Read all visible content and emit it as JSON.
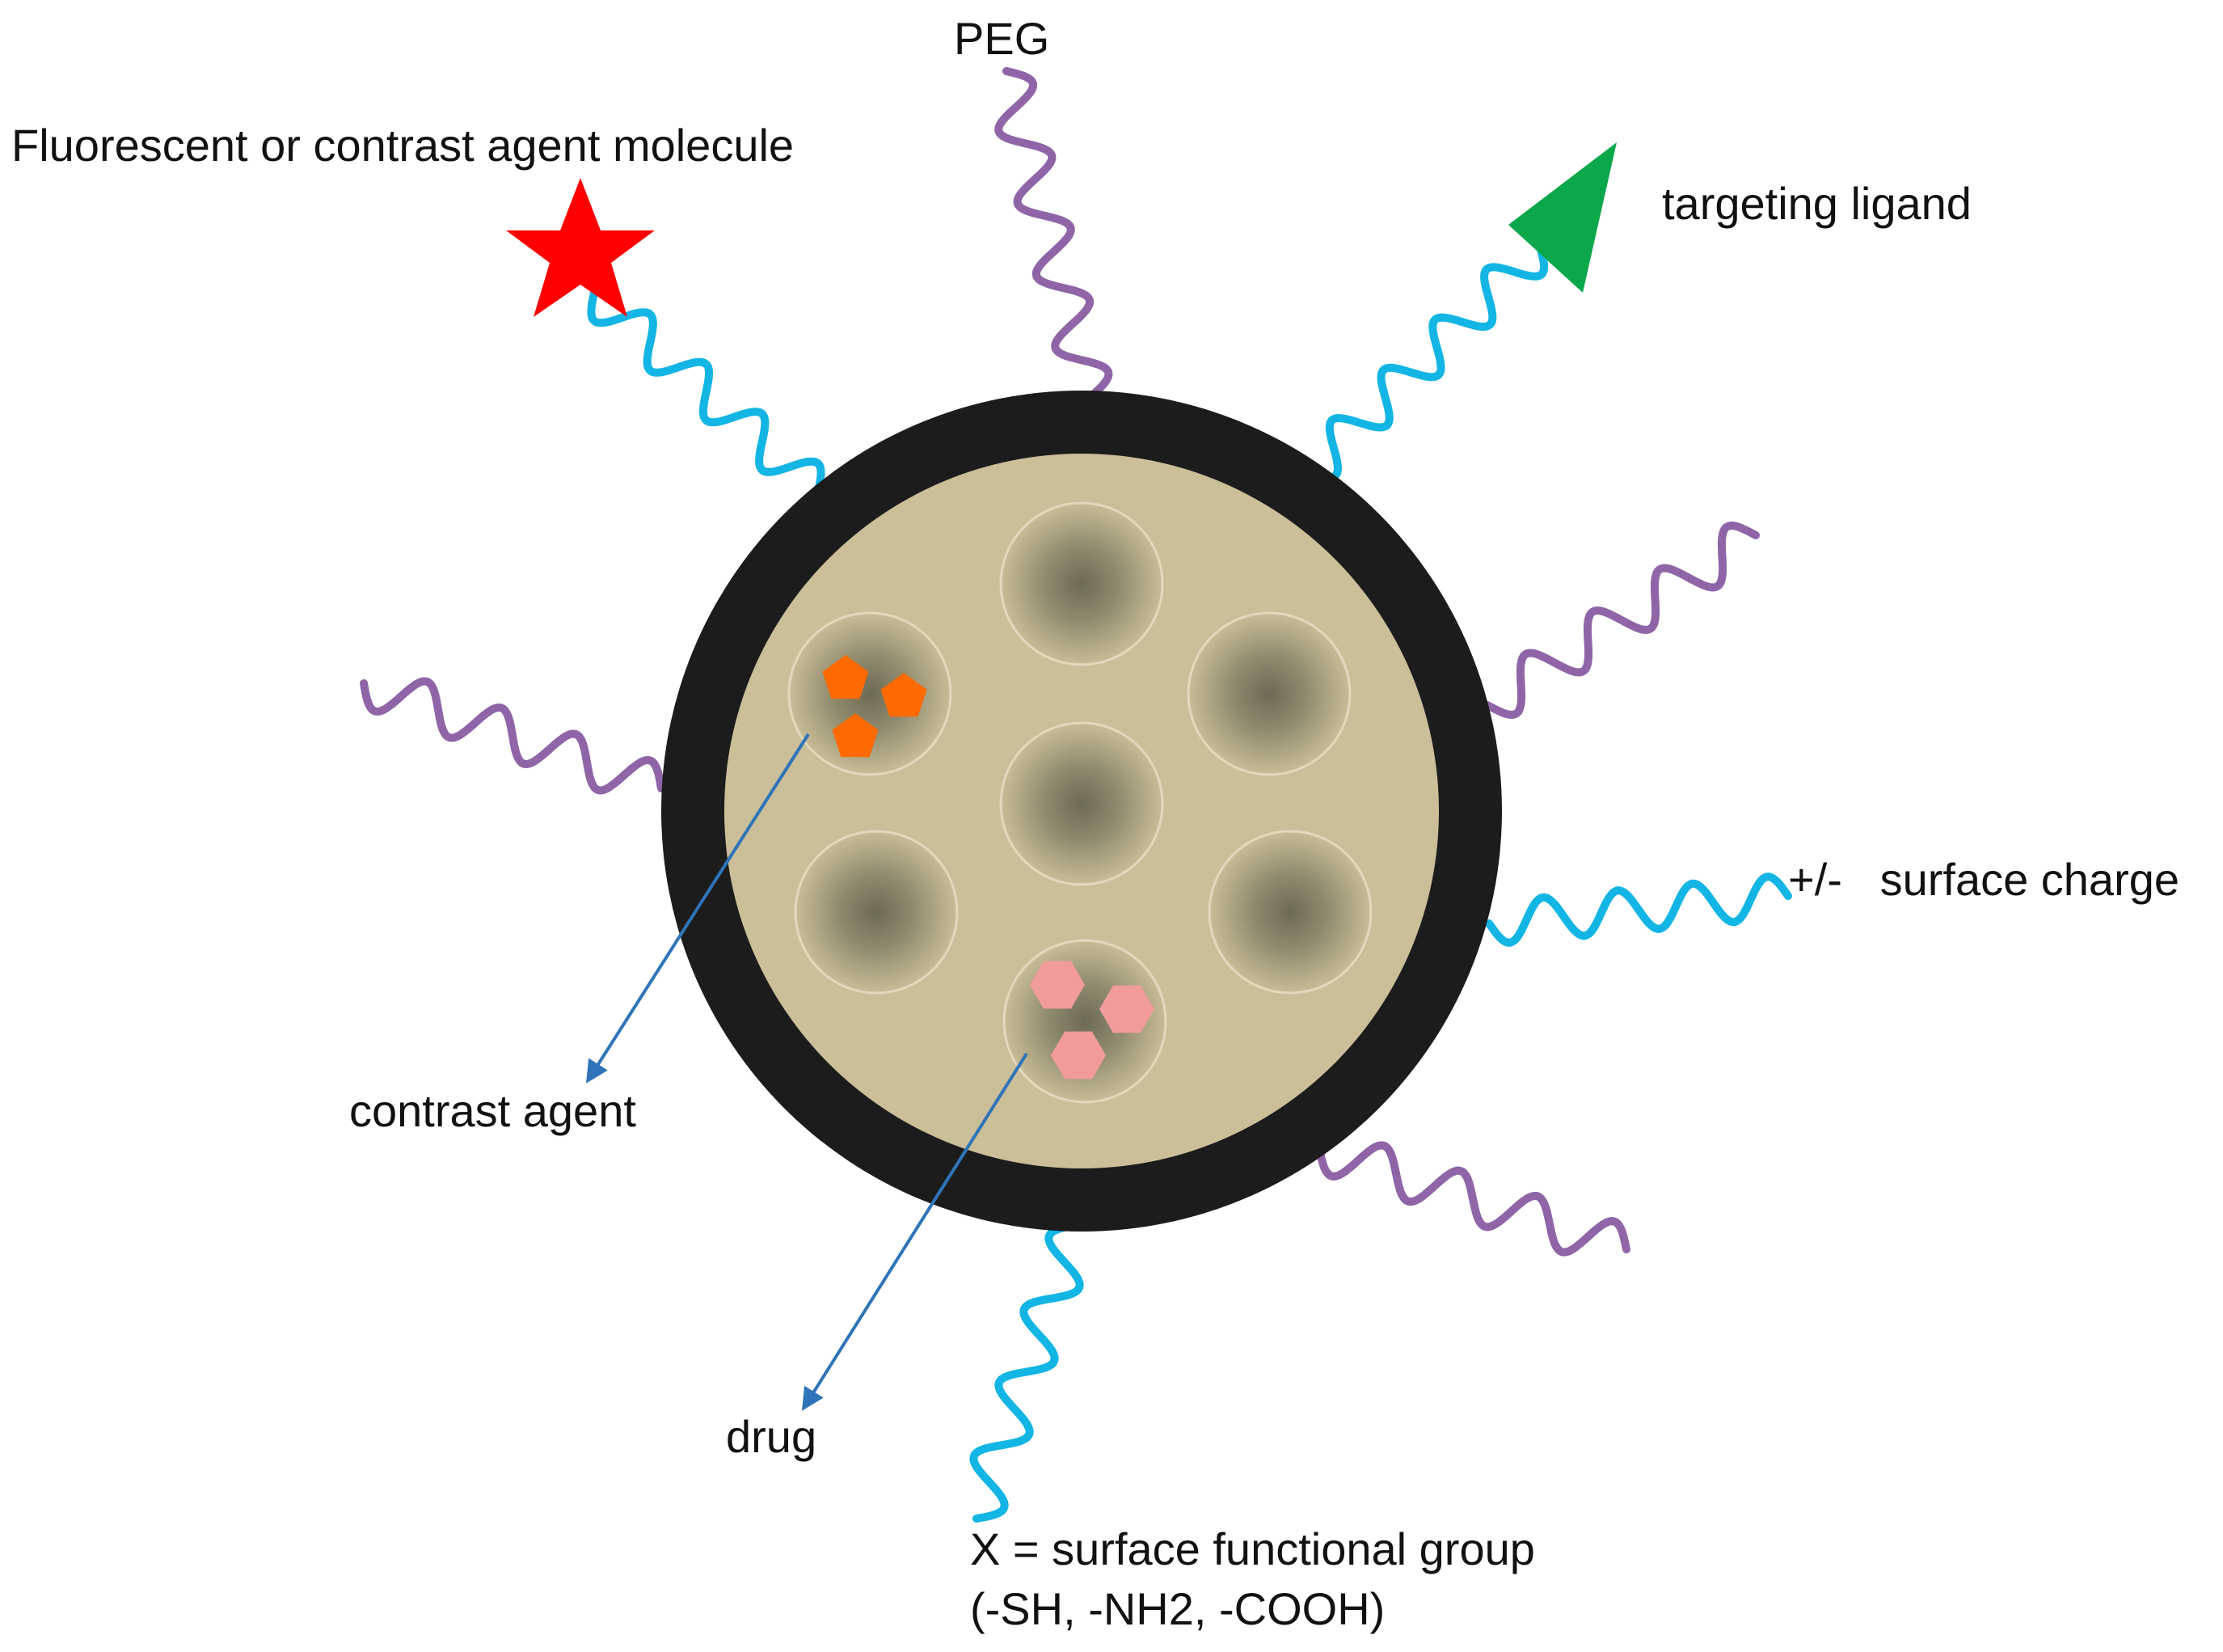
{
  "labels": {
    "peg": "PEG",
    "fluorescent": "Fluorescent or contrast agent molecule",
    "targeting": "targeting ligand",
    "charge": "+/-   surface charge",
    "contrast": "contrast agent",
    "drug": "drug",
    "functional_group_line1": "X = surface functional group",
    "functional_group_line2": "(-SH, -NH2, -COOH)"
  },
  "colors": {
    "shell": "#1c1c1c",
    "core": "#cbbf9a",
    "pore_center": "#6d6a55",
    "pore_edge": "#c9bc97",
    "peg_chain": "#8f65a8",
    "linker_chain": "#12b5e4",
    "star": "#ff0000",
    "ligand": "#0aa84a",
    "contrast_agent": "#ff6a00",
    "drug": "#f19b9b",
    "arrow": "#2f74b8"
  },
  "icons": [
    "star-icon",
    "triangle-icon",
    "pentagon-icon",
    "hexagon-icon"
  ]
}
